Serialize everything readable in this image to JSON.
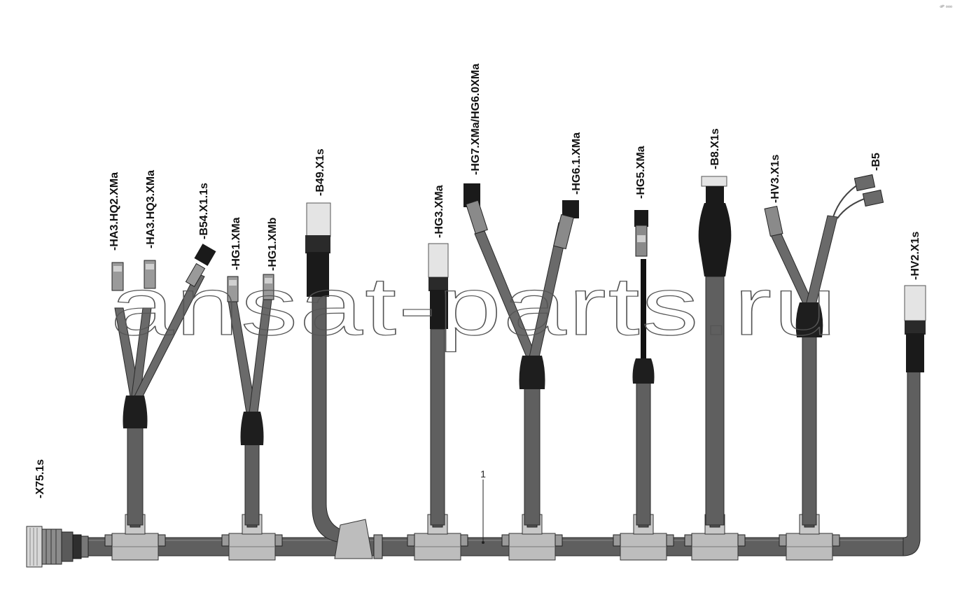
{
  "watermark": "ansat-parts.ru",
  "main_connector": "-X75.1s",
  "harness_callout": "1",
  "branches": [
    {
      "id": "b1",
      "labels": [
        "-HA3.HQ2.XMa",
        "-HA3.HQ3.XMa",
        "-B54.X1.1s"
      ]
    },
    {
      "id": "b2",
      "labels": [
        "-HG1.XMa",
        "-HG1.XMb"
      ]
    },
    {
      "id": "b3",
      "labels": [
        "-B49.X1s"
      ]
    },
    {
      "id": "b4",
      "labels": [
        "-HG3.XMa"
      ]
    },
    {
      "id": "b5",
      "labels": [
        "-HG7.XMa/HG6.0XMa",
        "-HG6.1.XMa"
      ]
    },
    {
      "id": "b6",
      "labels": [
        "-HG5.XMa"
      ]
    },
    {
      "id": "b7",
      "labels": [
        "-B8.X1s"
      ]
    },
    {
      "id": "b8",
      "labels": [
        "-HV3.X1s",
        "-B5"
      ]
    },
    {
      "id": "b9",
      "labels": [
        "-HV2.X1s"
      ]
    }
  ],
  "corner_mark": "ᵒᴾ ᵒᵒᵒ"
}
